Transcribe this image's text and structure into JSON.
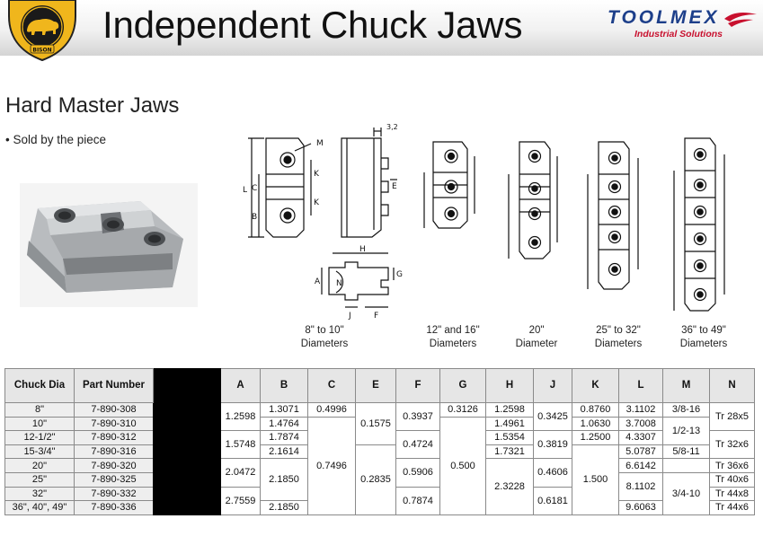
{
  "header": {
    "title": "Independent Chuck Jaws",
    "logo_text": "BISON",
    "brand_name": "TOOLMEX",
    "brand_tagline": "Industrial Solutions",
    "brand_color": "#1d3f8a",
    "tagline_color": "#c8102e"
  },
  "section": {
    "title": "Hard Master Jaws",
    "note": "• Sold by the piece"
  },
  "drawing_labels": {
    "dim_32": "3,2",
    "letters": [
      "M",
      "L",
      "K",
      "C",
      "K",
      "B",
      "E",
      "H",
      "G",
      "A",
      "N",
      "J",
      "F"
    ]
  },
  "captions": [
    {
      "line1": "8\" to 10\"",
      "line2": "Diameters"
    },
    {
      "line1": "12\" and 16\"",
      "line2": "Diameters"
    },
    {
      "line1": "20\"",
      "line2": "Diameter"
    },
    {
      "line1": "25\" to 32\"",
      "line2": "Diameters"
    },
    {
      "line1": "36\" to 49\"",
      "line2": "Diameters"
    }
  ],
  "table": {
    "headers": {
      "chuck_dia": "Chuck Dia",
      "part_number": "Part Number",
      "a": "A",
      "b": "B",
      "c": "C",
      "e": "E",
      "f": "F",
      "g": "G",
      "h": "H",
      "j": "J",
      "k": "K",
      "l": "L",
      "m": "M",
      "n": "N"
    },
    "rows": [
      {
        "dia": "8\"",
        "pn": "7-890-308",
        "b": "1.3071",
        "h": "1.2598",
        "k": "0.8760",
        "l": "3.1102"
      },
      {
        "dia": "10\"",
        "pn": "7-890-310",
        "b": "1.4764",
        "h": "1.4961",
        "k": "1.0630",
        "l": "3.7008"
      },
      {
        "dia": "12-1/2\"",
        "pn": "7-890-312",
        "b": "1.7874",
        "h": "1.5354",
        "k": "1.2500",
        "l": "4.3307"
      },
      {
        "dia": "15-3/4\"",
        "pn": "7-890-316",
        "b": "2.1614",
        "h": "1.7321",
        "l": "5.0787"
      },
      {
        "dia": "20\"",
        "pn": "7-890-320",
        "l": "6.6142"
      },
      {
        "dia": "25\"",
        "pn": "7-890-325"
      },
      {
        "dia": "32\"",
        "pn": "7-890-332"
      },
      {
        "dia": "36\", 40\", 49\"",
        "pn": "7-890-336",
        "b": "2.1850",
        "l": "9.6063"
      }
    ],
    "spans": {
      "a_8_10": "1.2598",
      "a_12_16": "1.5748",
      "a_20": "2.0472",
      "a_32_36": "2.7559",
      "b_20_32": "2.1850",
      "c_8": "0.4996",
      "c_10_36": "0.7496",
      "e_8_12": "0.1575",
      "e_16_36": "0.2835",
      "f_8_10": "0.3937",
      "f_12_16": "0.4724",
      "f_20_25": "0.5906",
      "f_32_36": "0.7874",
      "g_8": "0.3126",
      "g_10_36": "0.500",
      "h_20_36": "2.3228",
      "j_8_10": "0.3425",
      "j_12_16": "0.3819",
      "j_20_25": "0.4606",
      "j_32_36": "0.6181",
      "k_16_36": "1.500",
      "l_25_32": "8.1102",
      "m_8": "3/8-16",
      "m_10_12": "1/2-13",
      "m_16": "5/8-11",
      "m_25_36": "3/4-10",
      "n_8_10": "Tr 28x5",
      "n_12_16": "Tr 32x6",
      "n_20": "Tr 36x6",
      "n_25": "Tr 40x6",
      "n_32": "Tr 44x8",
      "n_36": "Tr 44x6"
    }
  }
}
